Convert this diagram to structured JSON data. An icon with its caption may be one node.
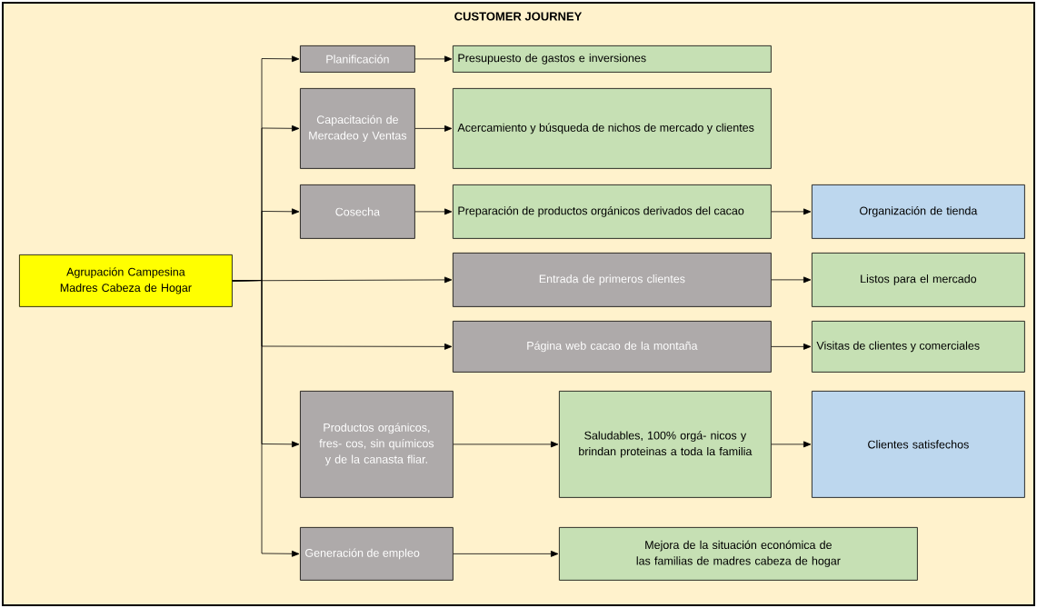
{
  "diagram": {
    "title": "CUSTOMER JOURNEY",
    "nodes": [
      {
        "text": [
          "Agrupación Campesina Madres Cabeza de Hogar"
        ]
      },
      {
        "text": [
          "Planificación"
        ]
      },
      {
        "text": [
          "Presupuesto de gastos e inversiones"
        ]
      },
      {
        "text": [
          "Capacitación de Mercadeo y Ventas"
        ]
      },
      {
        "text": [
          "Acercamiento y búsqueda de nichos de mercado y clientes"
        ]
      },
      {
        "text": [
          "Cosecha"
        ]
      },
      {
        "text": [
          "Preparación de productos orgánicos derivados del cacao"
        ]
      },
      {
        "text": [
          "Organización de tienda"
        ]
      },
      {
        "text": [
          "Entrada de primeros clientes"
        ]
      },
      {
        "text": [
          "Listos para el mercado"
        ]
      },
      {
        "text": [
          "Página web cacao de la montaña"
        ]
      },
      {
        "text": [
          "Visitas de clientes y comerciales"
        ]
      },
      {
        "text": [
          "Productos orgánicos, fres- cos, sin químicos y de la canasta fliar."
        ]
      },
      {
        "text": [
          "Saludables, 100% orgá- nicos y brindan proteinas a toda la familia"
        ]
      },
      {
        "text": [
          "Clientes satisfechos"
        ]
      },
      {
        "text": [
          "Generación de empleo"
        ]
      },
      {
        "text": [
          "Mejora de la situación económica de las familias de madres cabeza de hogar"
        ]
      }
    ],
    "edges": [
      {
        "from": 0,
        "to": 1,
        "arrow": "to"
      },
      {
        "from": 0,
        "to": 3,
        "arrow": "to"
      },
      {
        "from": 0,
        "to": 5,
        "arrow": "to"
      },
      {
        "from": 0,
        "to": 8,
        "arrow": "to"
      },
      {
        "from": 0,
        "to": 10,
        "arrow": "to"
      },
      {
        "from": 0,
        "to": 12,
        "arrow": "to"
      },
      {
        "from": 0,
        "to": 15,
        "arrow": "to"
      },
      {
        "from": 1,
        "to": 2,
        "arrow": "to"
      },
      {
        "from": 3,
        "to": 4,
        "arrow": "to"
      },
      {
        "from": 5,
        "to": 6,
        "arrow": "to"
      },
      {
        "from": 6,
        "to": 7,
        "arrow": "to"
      },
      {
        "from": 8,
        "to": 9,
        "arrow": "to"
      },
      {
        "from": 10,
        "to": 11,
        "arrow": "to"
      },
      {
        "from": 12,
        "to": 13,
        "arrow": "to"
      },
      {
        "from": 13,
        "to": 14,
        "arrow": "to"
      },
      {
        "from": 15,
        "to": 16,
        "arrow": "to"
      }
    ]
  }
}
